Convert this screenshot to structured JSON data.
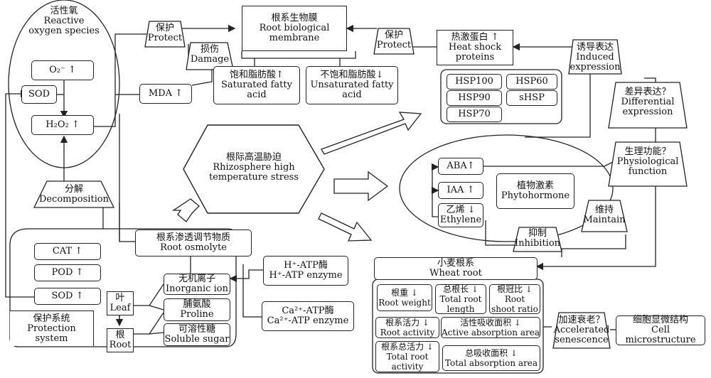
{
  "ros": {
    "cn": "活性氧",
    "en1": "Reactive",
    "en2": "oxygen species"
  },
  "o2": "O₂⁻ ↑",
  "sod_inner": "SOD",
  "h2o2": "H₂O₂ ↑",
  "decomposition": {
    "cn": "分解",
    "en": "Decomposition"
  },
  "protect1": {
    "cn": "保护",
    "en": "Protect"
  },
  "damage": {
    "cn": "损伤",
    "en": "Damage"
  },
  "membrane": {
    "cn": "根系生物膜",
    "en1": "Root biological",
    "en2": "membrane"
  },
  "protect2": {
    "cn": "保护",
    "en": "Protect"
  },
  "mda": "MDA ↑",
  "sat_fa": {
    "cn": "饱和脂肪酸↑",
    "en1": "Saturated fatty",
    "en2": "acid"
  },
  "unsat_fa": {
    "cn": "不饱和脂肪酸↓",
    "en1": "Unsaturated fatty",
    "en2": "acid"
  },
  "hsp": {
    "cn": "热激蛋白 ↑",
    "en1": "Heat shock",
    "en2": "proteins"
  },
  "induced": {
    "cn": "诱导表达",
    "en1": "Induced",
    "en2": "expression"
  },
  "hsp_items": [
    "HSP100",
    "HSP60",
    "HSP90",
    "sHSP",
    "HSP70"
  ],
  "diff_expr": {
    "cn": "差异表达？",
    "en1": "Differential",
    "en2": "expression"
  },
  "phys_func": {
    "cn": "生理功能？",
    "en1": "Physiological",
    "en2": "function"
  },
  "stress": {
    "cn": "根际高温胁迫",
    "en1": "Rhizosphere high",
    "en2": "temperature stress"
  },
  "aba": "ABA↑",
  "iaa": "IAA ↑",
  "ethylene": {
    "cn": "乙烯 ↓",
    "en": "Ethylene"
  },
  "phytohormone": {
    "cn": "植物激素",
    "en": "Phytohormone"
  },
  "maintain": {
    "cn": "维持",
    "en": "Maintain"
  },
  "inhibition": {
    "cn": "抑制",
    "en": "Inhibition"
  },
  "cat": "CAT ↑",
  "pod": "POD ↑",
  "sod": "SOD ↑",
  "protection": {
    "cn": "保护系统",
    "en": "Protection system"
  },
  "osmolyte": {
    "cn": "根系渗透调节物质",
    "en": "Root osmolyte"
  },
  "leaf": {
    "cn": "叶",
    "en": "Leaf"
  },
  "root": {
    "cn": "根",
    "en": "Root"
  },
  "inorganic": {
    "cn": "无机离子",
    "en": "Inorganic ion"
  },
  "proline": {
    "cn": "脯氨酸",
    "en": "Proline"
  },
  "sugar": {
    "cn": "可溶性糖",
    "en": "Soluble sugar"
  },
  "h_atp": {
    "cn": "H⁺-ATP酶",
    "en": "H⁺-ATP enzyme"
  },
  "ca_atp": {
    "cn": "Ca²⁺-ATP酶",
    "en": "Ca²⁺-ATP enzyme"
  },
  "wheat_root": {
    "cn": "小麦根系",
    "en": "Wheat root"
  },
  "root_weight": {
    "cn": "根重 ↓",
    "en": "Root weight"
  },
  "total_root_length": {
    "cn": "总根长 ↓",
    "en1": "Total root",
    "en2": "length"
  },
  "root_shoot": {
    "cn": "根冠比 ↓",
    "en1": "Root",
    "en2": "shoot ratio"
  },
  "root_activity": {
    "cn": "根系活力 ↓",
    "en": "Root activity"
  },
  "active_abs": {
    "cn": "活性吸收面积 ↓",
    "en": "Active absorption area"
  },
  "total_root_activity": {
    "cn": "根系总活力 ↓",
    "en1": "Total root",
    "en2": "activity"
  },
  "total_abs": {
    "cn": "总吸收面积 ↓",
    "en": "Total absorption area"
  },
  "senescence": {
    "cn": "加速衰老？",
    "en1": "Accelerated",
    "en2": "senescence"
  },
  "cell_micro": {
    "cn": "细胞显微结构",
    "en": "Cell microstructure"
  }
}
